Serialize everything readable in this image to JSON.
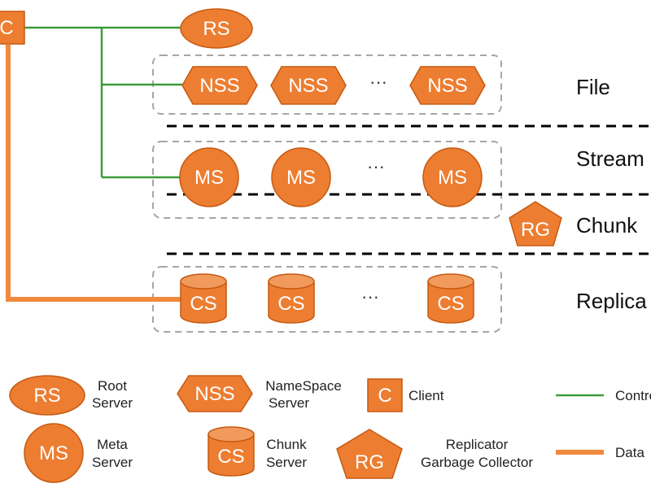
{
  "colors": {
    "node_fill": "#ed7d31",
    "node_stroke": "#c55a11",
    "control_line": "#3a9a3a",
    "data_line": "#f08a3c",
    "group_border": "#a6a6a6",
    "divider": "#000000"
  },
  "nodes": {
    "client": "C",
    "root_server": "RS",
    "nss": [
      "NSS",
      "NSS",
      "NSS"
    ],
    "ms": [
      "MS",
      "MS",
      "MS"
    ],
    "rg": "RG",
    "cs": [
      "CS",
      "CS",
      "CS"
    ],
    "ellipsis": "···"
  },
  "layers": {
    "file": "File",
    "stream": "Stream",
    "chunk": "Chunk",
    "replica": "Replica"
  },
  "legend": {
    "rs_symbol": "RS",
    "rs_line1": "Root",
    "rs_line2": "Server",
    "nss_symbol": "NSS",
    "nss_line1": "NameSpace",
    "nss_line2": "Server",
    "c_symbol": "C",
    "c_label": "Client",
    "control_label": "Control",
    "ms_symbol": "MS",
    "ms_line1": "Meta",
    "ms_line2": "Server",
    "cs_symbol": "CS",
    "cs_line1": "Chunk",
    "cs_line2": "Server",
    "rg_symbol": "RG",
    "rg_line1": "Replicator",
    "rg_line2": "Garbage Collector",
    "data_label": "Data"
  }
}
